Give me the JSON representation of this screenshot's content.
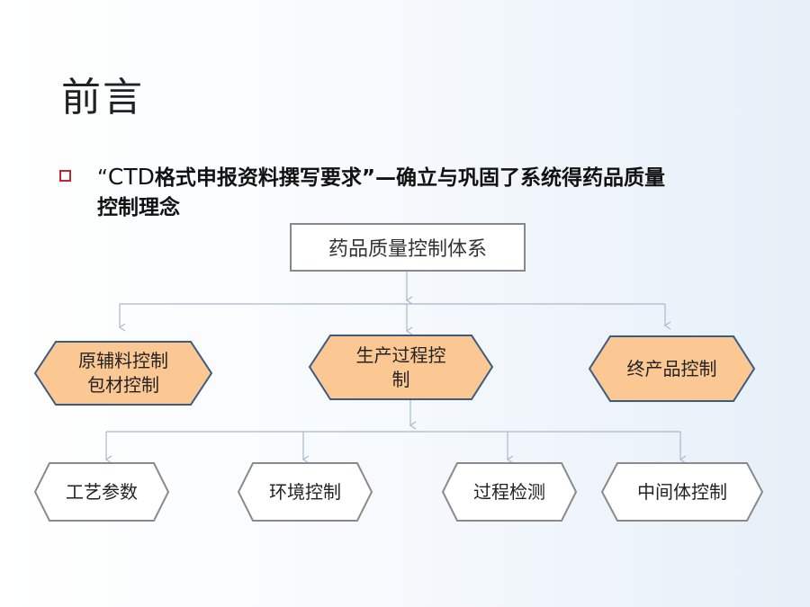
{
  "slide": {
    "title": "前言",
    "bullet": {
      "quote_open": "“",
      "ctd": "CTD",
      "text_line1": "格式申报资料撰写要求”—确立与巩固了系统得药品质量",
      "text_line2": "控制理念"
    }
  },
  "diagram": {
    "root": "药品质量控制体系",
    "level1": [
      {
        "line1": "原辅料控制",
        "line2": "包材控制"
      },
      {
        "line1": "生产过程控",
        "line2": "制"
      },
      {
        "line1": "终产品控制",
        "line2": ""
      }
    ],
    "level2": [
      {
        "label": "工艺参数"
      },
      {
        "label": "环境控制"
      },
      {
        "label": "过程检测"
      },
      {
        "label": "中间体控制"
      }
    ],
    "colors": {
      "orange_fill": "#fbc894",
      "orange_border": "#3d5a80",
      "white_border": "#8a8a8a",
      "connector": "#a9b9c9",
      "bullet_square": "#c0282d"
    }
  }
}
